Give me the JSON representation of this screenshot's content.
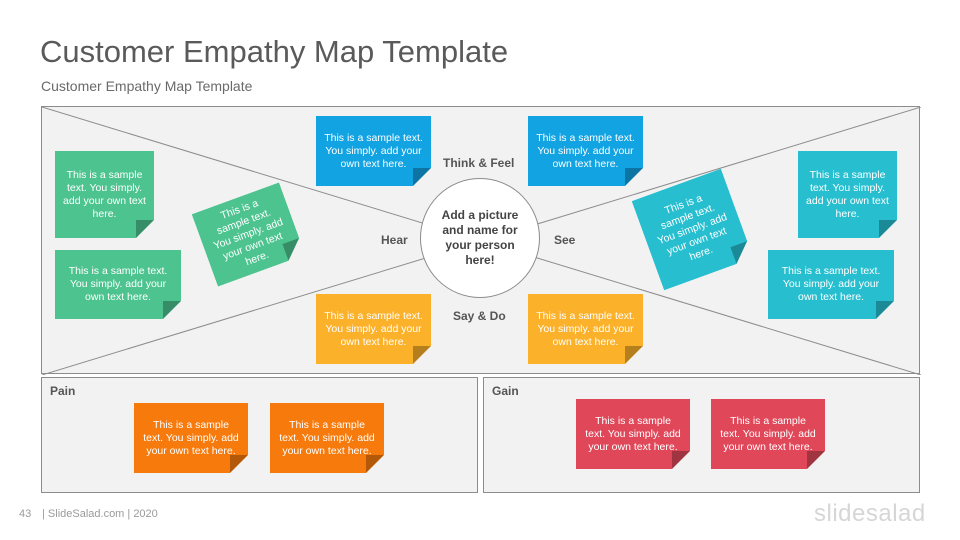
{
  "header": {
    "title": "Customer Empathy Map Template",
    "subtitle": "Customer Empathy Map Template"
  },
  "center": {
    "text": "Add a picture and name for your person here!"
  },
  "quadrants": {
    "think_feel": "Think  & Feel",
    "hear": "Hear",
    "see": "See",
    "say_do": "Say & Do"
  },
  "panels": {
    "pain": "Pain",
    "gain": "Gain"
  },
  "notes": {
    "think_1": "This is a sample text. You simply. add your own text here.",
    "think_2": "This is a sample text. You simply. add your own text here.",
    "hear_1": "This is a sample text. You simply. add your own text here.",
    "hear_2": "This is a sample text. You simply. add your own text here.",
    "hear_3": "This is a sample text. You simply. add your own text here.",
    "see_1": "This is a sample text. You simply. add your own text here.",
    "see_2": "This is a sample text. You simply. add your own text here.",
    "see_3": "This is a sample text. You simply. add your own text here.",
    "say_1": "This is a sample text. You simply. add your own text here.",
    "say_2": "This is a sample text. You simply. add your own text here.",
    "pain_1": "This is a sample text. You simply. add your own text here.",
    "pain_2": "This is a sample text. You simply. add your own text here.",
    "gain_1": "This is a sample text. You simply. add your own text here.",
    "gain_2": "This is a sample text. You simply. add your own text here."
  },
  "colors": {
    "think_feel": "#12a3e2",
    "hear": "#4dc48f",
    "see": "#27bfd0",
    "say_do": "#fbb12a",
    "pain": "#f77a0c",
    "gain": "#e0485a"
  },
  "footer": {
    "page_number": "43",
    "credit": "| SlideSalad.com | 2020",
    "logo": "slidesalad"
  }
}
